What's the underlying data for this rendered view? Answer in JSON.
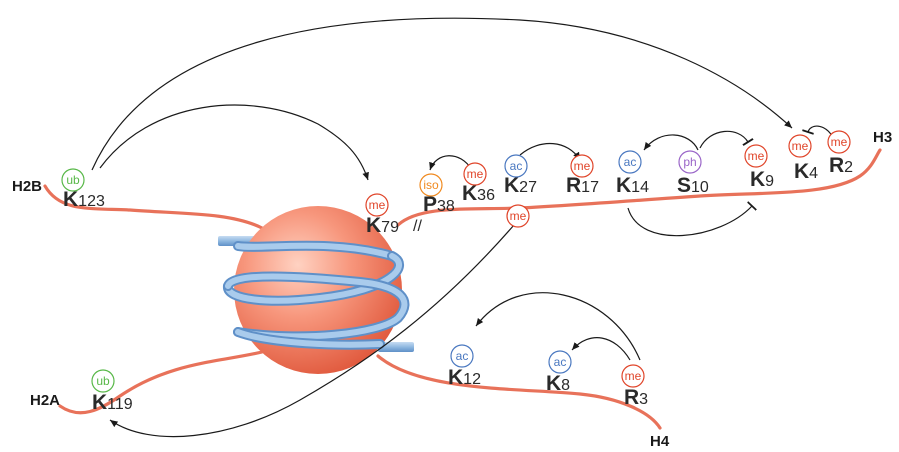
{
  "colors": {
    "tail": "#e8725a",
    "nucleosome": "#f08a70",
    "dna": "#8fb8e0",
    "me": "#e0452a",
    "ac": "#4a78c0",
    "ub": "#58b848",
    "iso": "#f08a20",
    "ph": "#9a66c8"
  },
  "tails": {
    "h3": "H3",
    "h2b": "H2B",
    "h2a": "H2A",
    "h4": "H4"
  },
  "residues": {
    "h2b_k123": {
      "letter": "K",
      "num": "123",
      "mod": "ub"
    },
    "h3_k79": {
      "letter": "K",
      "num": "79",
      "mod": "me"
    },
    "h3_p38": {
      "letter": "P",
      "num": "38",
      "mod": "iso"
    },
    "h3_k36": {
      "letter": "K",
      "num": "36",
      "mod": "me"
    },
    "h3_k27": {
      "letter": "K",
      "num": "27",
      "mod": "ac"
    },
    "h3_k27_me": {
      "mod": "me"
    },
    "h3_r17": {
      "letter": "R",
      "num": "17",
      "mod": "me"
    },
    "h3_k14": {
      "letter": "K",
      "num": "14",
      "mod": "ac"
    },
    "h3_s10": {
      "letter": "S",
      "num": "10",
      "mod": "ph"
    },
    "h3_k9": {
      "letter": "K",
      "num": "9",
      "mod": "me"
    },
    "h3_k4": {
      "letter": "K",
      "num": "4",
      "mod": "me"
    },
    "h3_r2": {
      "letter": "R",
      "num": "2",
      "mod": "me"
    },
    "h2a_k119": {
      "letter": "K",
      "num": "119",
      "mod": "ub"
    },
    "h4_k12": {
      "letter": "K",
      "num": "12",
      "mod": "ac"
    },
    "h4_k8": {
      "letter": "K",
      "num": "8",
      "mod": "ac"
    },
    "h4_r3": {
      "letter": "R",
      "num": "3",
      "mod": "me"
    }
  },
  "break_mark": "//"
}
